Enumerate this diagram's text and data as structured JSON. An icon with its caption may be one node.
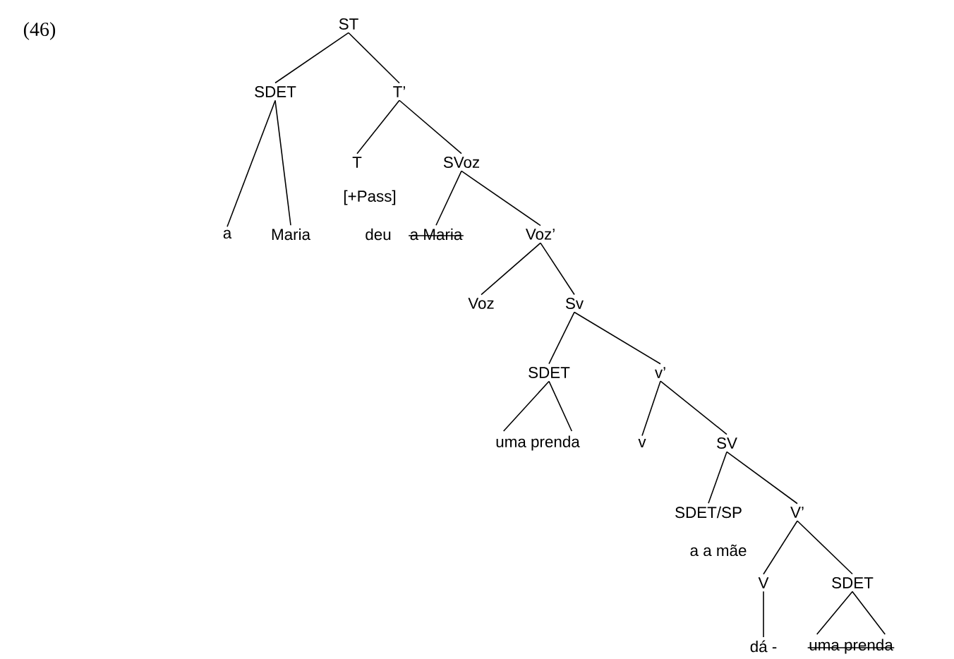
{
  "diagram": {
    "nodes": [
      {
        "text": [
          "ST"
        ]
      },
      {
        "text": [
          "SDET"
        ]
      },
      {
        "text": [
          "T’"
        ]
      },
      {
        "text": [
          "a"
        ]
      },
      {
        "text": [
          "Maria"
        ]
      },
      {
        "text": [
          "T"
        ],
        "beside": [
          "[+Pass]",
          "deu"
        ]
      },
      {
        "text": [
          "SVoz"
        ]
      },
      {
        "text": [
          "a Maria"
        ]
      },
      {
        "text": [
          "Voz’"
        ]
      },
      {
        "text": [
          "Voz"
        ]
      },
      {
        "text": [
          "Sv"
        ]
      },
      {
        "text": [
          "SDET"
        ]
      },
      {
        "text": [
          "v’"
        ]
      },
      {
        "text": [
          "uma prenda"
        ]
      },
      {
        "text": [
          "v"
        ]
      },
      {
        "text": [
          "SV"
        ]
      },
      {
        "text": [
          "SDET/SP"
        ],
        "beside": [
          "a a mãe"
        ]
      },
      {
        "text": [
          "V’"
        ]
      },
      {
        "text": [
          "V"
        ]
      },
      {
        "text": [
          "SDET"
        ]
      },
      {
        "text": [
          "dá -"
        ]
      },
      {
        "text": [
          "uma prenda"
        ]
      }
    ],
    "edges": [
      {
        "from": 0,
        "to": 1,
        "arrow": "none"
      },
      {
        "from": 0,
        "to": 2,
        "arrow": "none"
      },
      {
        "from": 1,
        "to": 3,
        "arrow": "none"
      },
      {
        "from": 1,
        "to": 4,
        "arrow": "none"
      },
      {
        "from": 2,
        "to": 5,
        "arrow": "none"
      },
      {
        "from": 2,
        "to": 6,
        "arrow": "none"
      },
      {
        "from": 6,
        "to": 7,
        "arrow": "none"
      },
      {
        "from": 6,
        "to": 8,
        "arrow": "none"
      },
      {
        "from": 8,
        "to": 9,
        "arrow": "none"
      },
      {
        "from": 8,
        "to": 10,
        "arrow": "none"
      },
      {
        "from": 10,
        "to": 11,
        "arrow": "none"
      },
      {
        "from": 10,
        "to": 12,
        "arrow": "none"
      },
      {
        "from": 11,
        "to": 13,
        "arrow": "none"
      },
      {
        "from": 12,
        "to": 14,
        "arrow": "none"
      },
      {
        "from": 12,
        "to": 15,
        "arrow": "none"
      },
      {
        "from": 15,
        "to": 16,
        "arrow": "none"
      },
      {
        "from": 15,
        "to": 17,
        "arrow": "none"
      },
      {
        "from": 17,
        "to": 18,
        "arrow": "none"
      },
      {
        "from": 17,
        "to": 19,
        "arrow": "none"
      },
      {
        "from": 18,
        "to": 20,
        "arrow": "none"
      },
      {
        "from": 19,
        "to": 21,
        "arrow": "none"
      }
    ],
    "labels": [
      "(46)"
    ]
  }
}
